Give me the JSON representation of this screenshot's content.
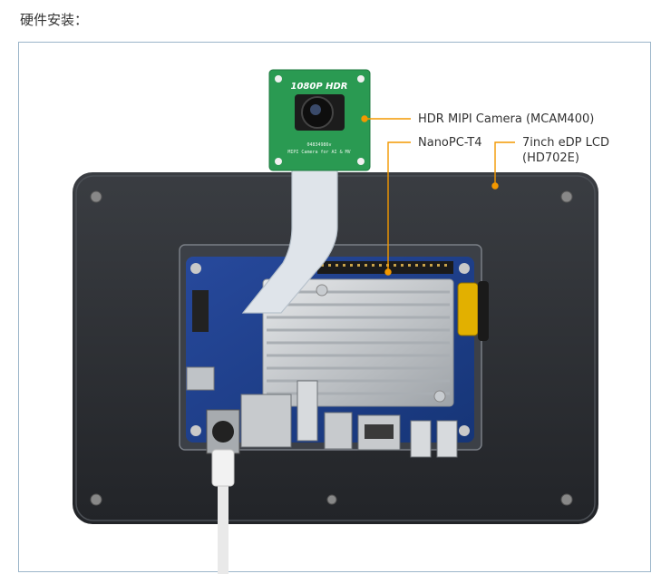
{
  "header": {
    "title": "硬件安装："
  },
  "callouts": {
    "camera": "HDR MIPI Camera (MCAM400)",
    "board": "NanoPC-T4",
    "lcd_line1": "7inch eDP LCD",
    "lcd_line2": "(HD702E)"
  },
  "camera_module": {
    "title": "1080P HDR",
    "part": "04834986v",
    "subtitle": "MIPI Camera for AI & MV"
  },
  "colors": {
    "accent": "#f39800",
    "frame_border": "#9bb5c9",
    "pcb_green": "#2a9a52",
    "board_blue": "#1d3f8f"
  }
}
